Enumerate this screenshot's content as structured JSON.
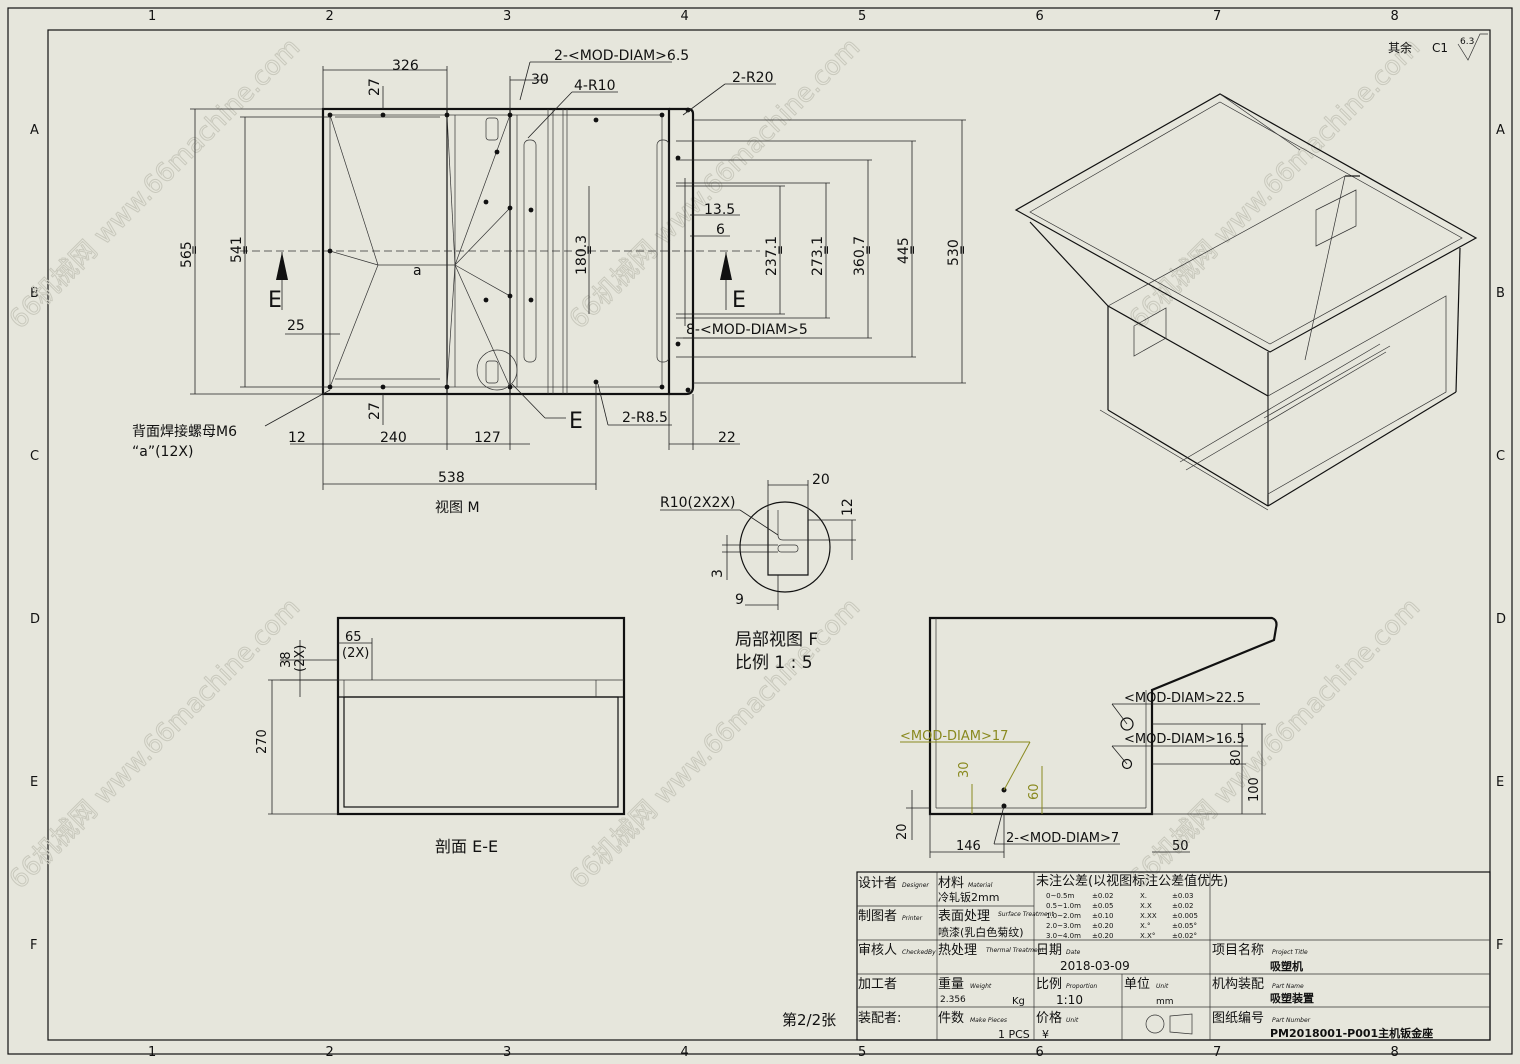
{
  "border": {
    "columns": [
      "1",
      "2",
      "3",
      "4",
      "5",
      "6",
      "7",
      "8"
    ],
    "rows": [
      "A",
      "B",
      "C",
      "D",
      "E",
      "F"
    ]
  },
  "watermark": "66机械网 www.66machine.com",
  "roughness": {
    "prefix": "其余",
    "chamfer": "C1",
    "value": "6.3"
  },
  "view_m": {
    "caption": "视图 M",
    "dims": {
      "d326": "326",
      "d27a": "27",
      "d30": "30",
      "d2mod65": "2-<MOD-DIAM>6.5",
      "d4r10": "4-R10",
      "d2r20": "2-R20",
      "d565": "565",
      "d541": "541",
      "d25": "25",
      "da": "a",
      "d1803": "180.3",
      "d135": "13.5",
      "d6": "6",
      "d2371": "237.1",
      "d2731": "273.1",
      "d3607": "360.7",
      "d445": "445",
      "d530": "530",
      "d8mod5": "8-<MOD-DIAM>5",
      "d27b": "27",
      "d2r85": "2-R8.5",
      "d12": "12",
      "d240": "240",
      "d127": "127",
      "d22": "22",
      "d538": "538",
      "eq": "=",
      "sectionE": "E"
    },
    "nut_note": "背面焊接螺母M6",
    "nut_note2": "“a”(12X)"
  },
  "detail_view": {
    "title": "局部视图 F",
    "scale": "比例 1 : 5",
    "r10": "R10(2X2X)",
    "d20": "20",
    "d12": "12",
    "d3": "3",
    "d9": "9"
  },
  "section_ee": {
    "caption": "剖面 E-E",
    "d65": "65",
    "d2x": "(2X)",
    "d38": "38",
    "d2xb": "(2X)",
    "d270": "270"
  },
  "side_view": {
    "d225": "<MOD-DIAM>22.5",
    "d165": "<MOD-DIAM>16.5",
    "d17": "<MOD-DIAM>17",
    "d30": "30",
    "d60": "60",
    "d80": "80",
    "d100": "100",
    "d20": "20",
    "d146": "146",
    "d2mod7": "2-<MOD-DIAM>7",
    "d50": "50"
  },
  "sheet_no": "第2/2张",
  "title_block": {
    "designer": "设计者",
    "designer_en": "Designer",
    "material": "材料",
    "material_en": "Material",
    "material_val": "冷轧钣2mm",
    "tolerance_title": "未注公差(以视图标注公差值优先)",
    "tol_rows": [
      {
        "range": "0~0.5m",
        "v": "±0.02",
        "k": "X.",
        "kv": "±0.03"
      },
      {
        "range": "0.5~1.0m",
        "v": "±0.05",
        "k": "X.X",
        "kv": "±0.02"
      },
      {
        "range": "1.0~2.0m",
        "v": "±0.10",
        "k": "X.XX",
        "kv": "±0.005"
      },
      {
        "range": "2.0~3.0m",
        "v": "±0.20",
        "k": "X.°",
        "kv": "±0.05°"
      },
      {
        "range": "3.0~4.0m",
        "v": "±0.20",
        "k": "X.X°",
        "kv": "±0.02°"
      }
    ],
    "drafter": "制图者",
    "drafter_en": "Printer",
    "surface": "表面处理",
    "surface_en": "Surface Treatment",
    "surface_val": "喷漆(乳白色菊纹)",
    "checker": "审核人",
    "checker_en": "CheckedBy",
    "heat": "热处理",
    "heat_en": "Thermal Treatment",
    "date_label": "日期",
    "date_en": "Date",
    "date_val": "2018-03-09",
    "project_label": "项目名称",
    "project_en": "Project Title",
    "project_val": "吸塑机",
    "machinist": "加工者",
    "weight_label": "重量",
    "weight_en": "Weight",
    "weight_val": "2.356",
    "weight_unit": "Kg",
    "scale_label": "比例",
    "scale_en": "Proportion",
    "scale_val": "1:10",
    "unit_label": "单位",
    "unit_en": "Unit",
    "unit_val": "mm",
    "assembly_label": "机构装配",
    "assembly_en": "Part Name",
    "assembly_val": "吸塑装置",
    "assembler": "装配者:",
    "qty_label": "件数",
    "qty_en": "Make Pieces",
    "qty_val": "1 PCS",
    "price_label": "价格",
    "price_en": "Unit",
    "price_val": "¥",
    "drawing_no_label": "图纸编号",
    "drawing_no_en": "Part Number",
    "drawing_no_val": "PM2018001-P001主机钣金座"
  }
}
